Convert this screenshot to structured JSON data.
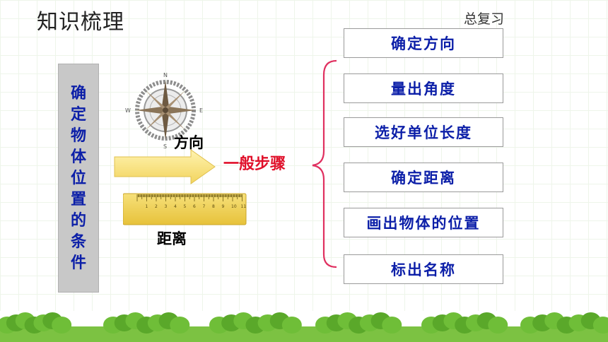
{
  "header": {
    "title": "知识梳理",
    "subtitle": "总复习"
  },
  "left_panel": {
    "vertical_text": "确定物体位置的条件"
  },
  "compass": {
    "label": "方向",
    "directions": {
      "north": "N",
      "south": "S",
      "east": "E",
      "west": "W"
    }
  },
  "ruler": {
    "label": "距离",
    "ticks": [
      "1",
      "2",
      "3",
      "4",
      "5",
      "6",
      "7",
      "8",
      "9",
      "10",
      "11"
    ]
  },
  "arrow": {
    "label": "一般步骤"
  },
  "steps": [
    {
      "label": "确定方向"
    },
    {
      "label": "量出角度"
    },
    {
      "label": "选好单位长度"
    },
    {
      "label": "确定距离"
    },
    {
      "label": "画出物体的位置"
    },
    {
      "label": "标出名称"
    }
  ],
  "colors": {
    "accent_red": "#e0102a",
    "text_blue": "#0c1fa8",
    "grass_green": "#5aa82a",
    "arrow_yellow": "#f6e27a"
  }
}
